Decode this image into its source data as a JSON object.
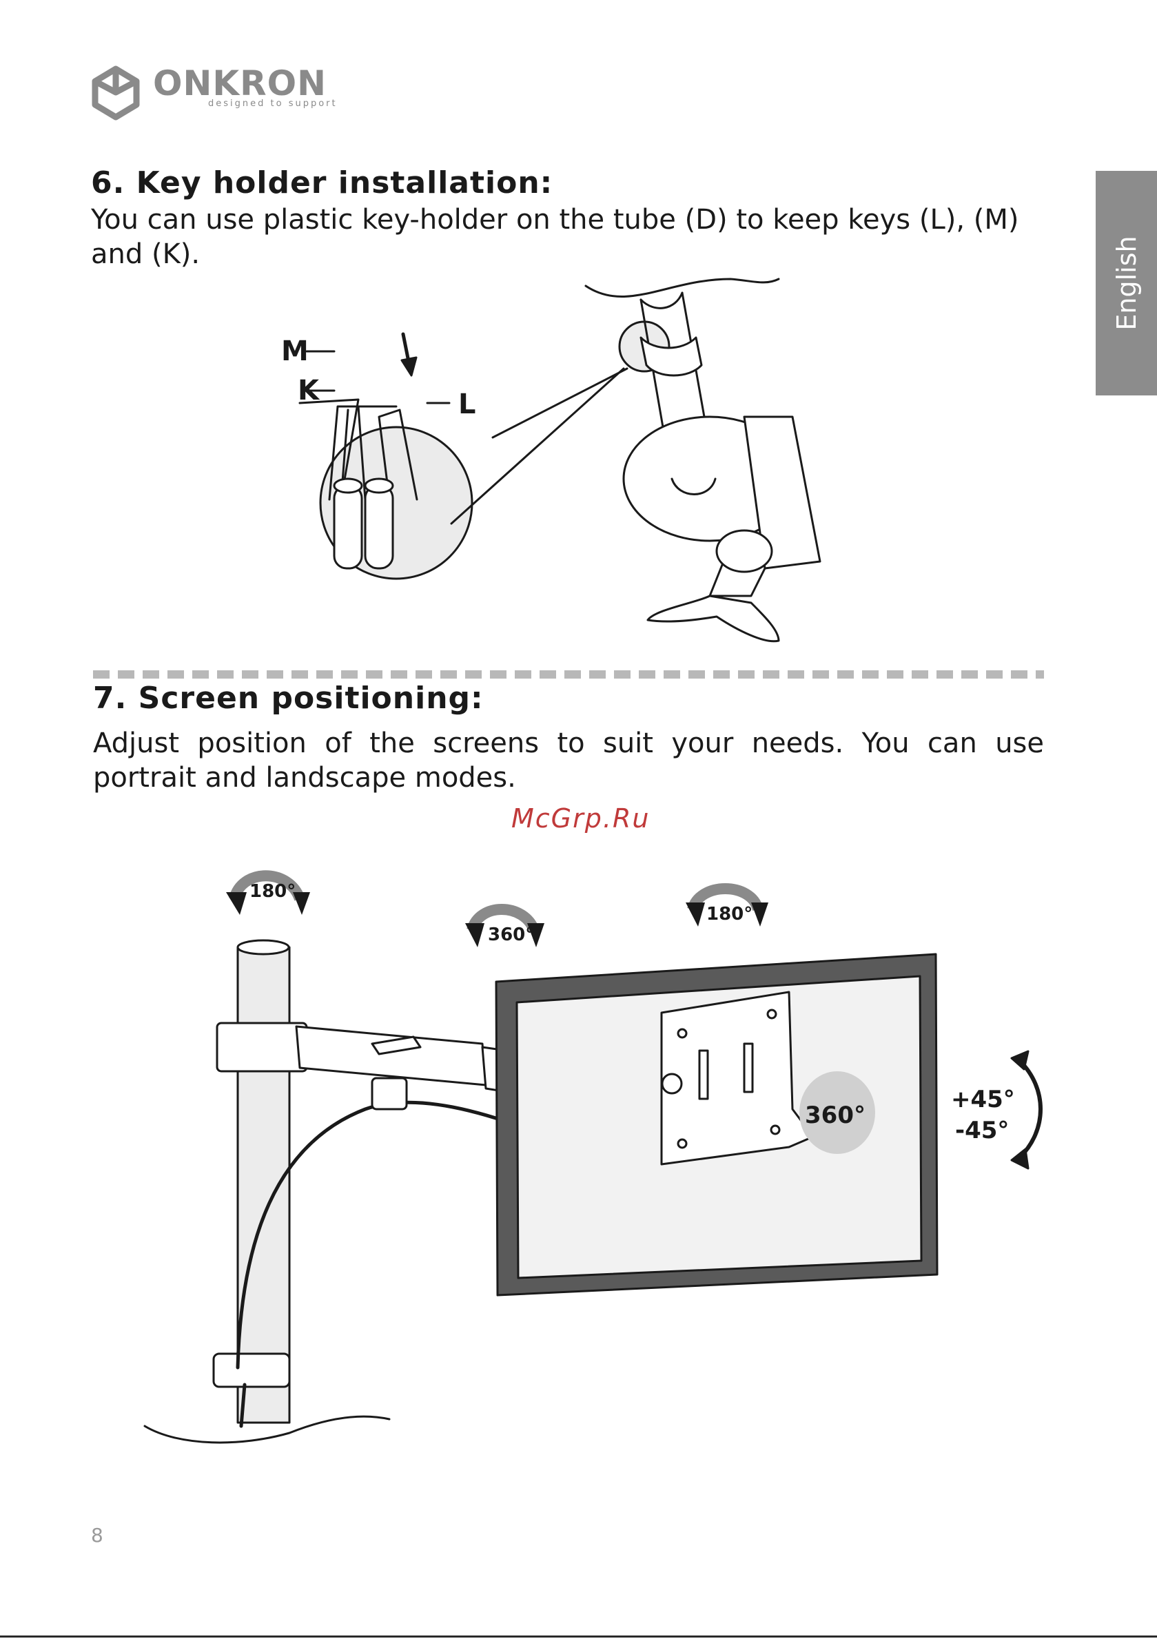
{
  "brand": {
    "name": "ONKRON",
    "tagline": "designed to support"
  },
  "side_tab": {
    "label": "English"
  },
  "section6": {
    "heading": "6. Key holder installation:",
    "body": "You can use plastic key-holder on the tube (D) to keep keys (L), (M) and (K).",
    "figure": {
      "label_m": "M",
      "label_k": "K",
      "label_l": "L"
    }
  },
  "section7": {
    "heading": "7. Screen positioning:",
    "body": "Adjust position of the screens to suit your needs. You can use portrait and landscape modes.",
    "figure": {
      "rot_pole": "180°",
      "rot_joint": "360°",
      "rot_head": "180°",
      "rot_screen": "360°",
      "tilt_up": "+45°",
      "tilt_down": "-45°"
    }
  },
  "watermark": "McGrp.Ru",
  "page_number": "8",
  "colors": {
    "text": "#1a1a1a",
    "tab_bg": "#8c8c8c",
    "logo_gray": "#8a8a8a",
    "watermark": "#c03a3a"
  }
}
